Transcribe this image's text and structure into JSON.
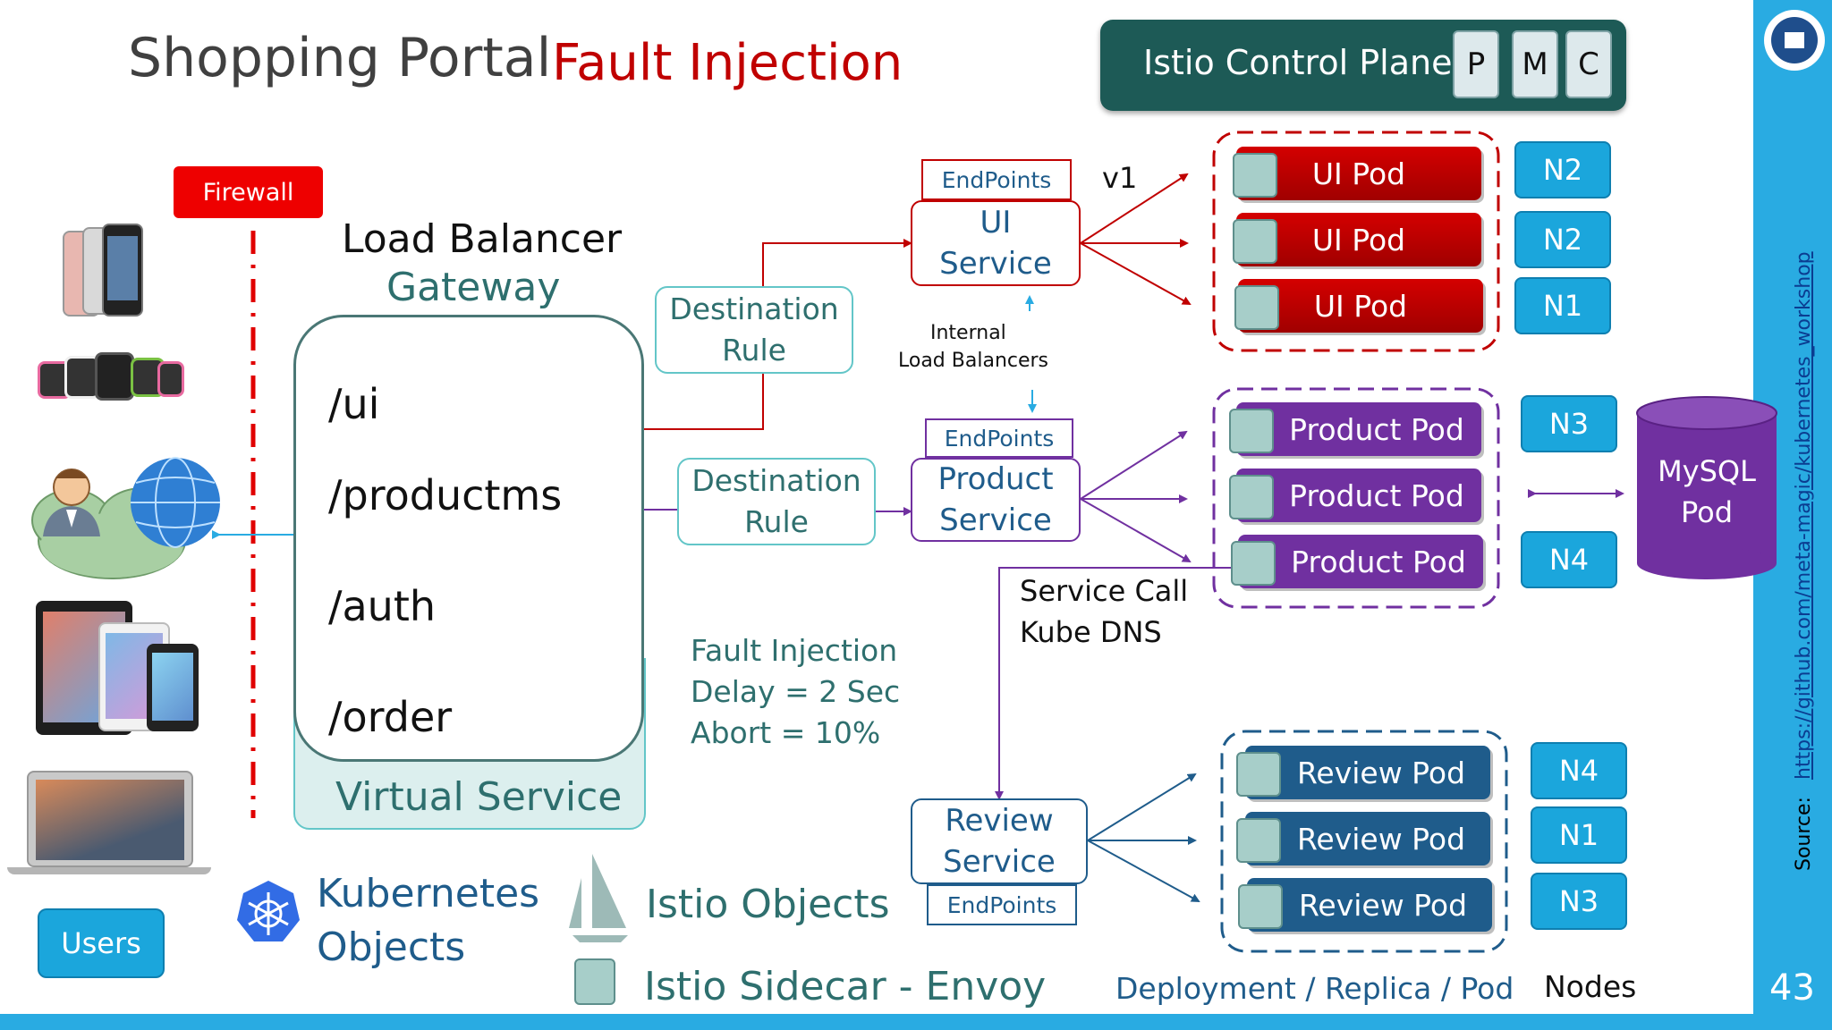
{
  "title": {
    "main": "Shopping Portal",
    "sub": "Fault Injection"
  },
  "control_plane": {
    "label": "Istio Control Plane",
    "components": [
      "P",
      "M",
      "C"
    ]
  },
  "firewall": {
    "label": "Firewall"
  },
  "users": {
    "label": "Users"
  },
  "gateway": {
    "title": "Load Balancer",
    "subtitle": "Gateway"
  },
  "virtual_service": {
    "label": "Virtual Service",
    "routes": [
      "/ui",
      "/productms",
      "/auth",
      "/order"
    ]
  },
  "destination_rules": [
    {
      "line1": "Destination",
      "line2": "Rule"
    },
    {
      "line1": "Destination",
      "line2": "Rule"
    }
  ],
  "services": {
    "ui": {
      "line1": "UI",
      "line2": "Service",
      "endpoints": "EndPoints",
      "version": "v1"
    },
    "product": {
      "line1": "Product",
      "line2": "Service",
      "endpoints": "EndPoints"
    },
    "review": {
      "line1": "Review",
      "line2": "Service",
      "endpoints": "EndPoints"
    }
  },
  "internal_lb": {
    "line1": "Internal",
    "line2": "Load Balancers"
  },
  "service_call": {
    "line1": "Service Call",
    "line2": "Kube DNS"
  },
  "fault_injection": {
    "line1": "Fault Injection",
    "line2": "Delay = 2 Sec",
    "line3": "Abort = 10%"
  },
  "pods": {
    "ui": [
      {
        "label": "UI Pod",
        "node": "N2"
      },
      {
        "label": "UI Pod",
        "node": "N2"
      },
      {
        "label": "UI Pod",
        "node": "N1"
      }
    ],
    "product": [
      {
        "label": "Product Pod",
        "node": "N3"
      },
      {
        "label": "Product Pod",
        "node": ""
      },
      {
        "label": "Product Pod",
        "node": "N4"
      }
    ],
    "review": [
      {
        "label": "Review Pod",
        "node": "N4"
      },
      {
        "label": "Review Pod",
        "node": "N1"
      },
      {
        "label": "Review Pod",
        "node": "N3"
      }
    ]
  },
  "mysql": {
    "line1": "MySQL",
    "line2": "Pod"
  },
  "legend": {
    "k8s_line1": "Kubernetes",
    "k8s_line2": "Objects",
    "istio_objects": "Istio Objects",
    "istio_sidecar": "Istio Sidecar - Envoy",
    "deployment": "Deployment / Replica / Pod",
    "nodes": "Nodes"
  },
  "source": {
    "label": "Source:",
    "url": "https://github.com/meta-magic/kubernetes_workshop"
  },
  "page_number": "43",
  "colors": {
    "ui": "#c00000",
    "product": "#7030a0",
    "review": "#1f5c8b",
    "teal": "#63c6c8",
    "node": "#1ba6dc",
    "accent_bar": "#29abe2",
    "control_plane": "#1d5a56"
  }
}
